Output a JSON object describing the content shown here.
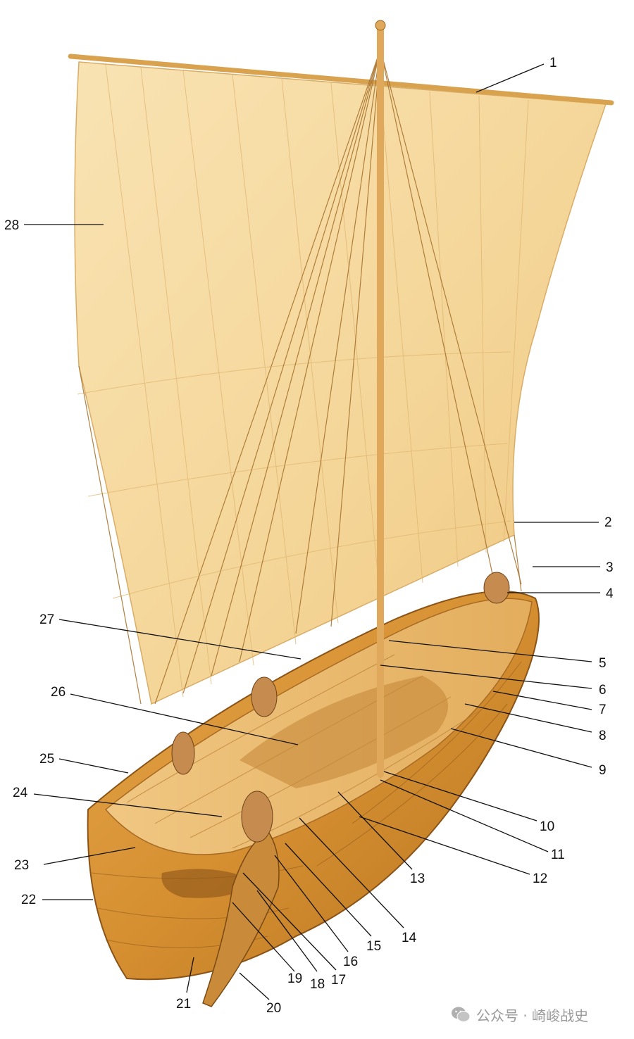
{
  "callouts": [
    {
      "n": "1"
    },
    {
      "n": "2"
    },
    {
      "n": "3"
    },
    {
      "n": "4"
    },
    {
      "n": "5"
    },
    {
      "n": "6"
    },
    {
      "n": "7"
    },
    {
      "n": "8"
    },
    {
      "n": "9"
    },
    {
      "n": "10"
    },
    {
      "n": "11"
    },
    {
      "n": "12"
    },
    {
      "n": "13"
    },
    {
      "n": "14"
    },
    {
      "n": "15"
    },
    {
      "n": "16"
    },
    {
      "n": "17"
    },
    {
      "n": "18"
    },
    {
      "n": "19"
    },
    {
      "n": "20"
    },
    {
      "n": "21"
    },
    {
      "n": "22"
    },
    {
      "n": "23"
    },
    {
      "n": "24"
    },
    {
      "n": "25"
    },
    {
      "n": "26"
    },
    {
      "n": "27"
    },
    {
      "n": "28"
    }
  ],
  "watermark": {
    "text": "公众号 · 崎峻战史",
    "icon": "wechat-logo-icon"
  },
  "colors": {
    "sail": "#f6d9a0",
    "hull": "#d9922f",
    "wood": "#c98a3a",
    "rope": "#a8742e"
  }
}
